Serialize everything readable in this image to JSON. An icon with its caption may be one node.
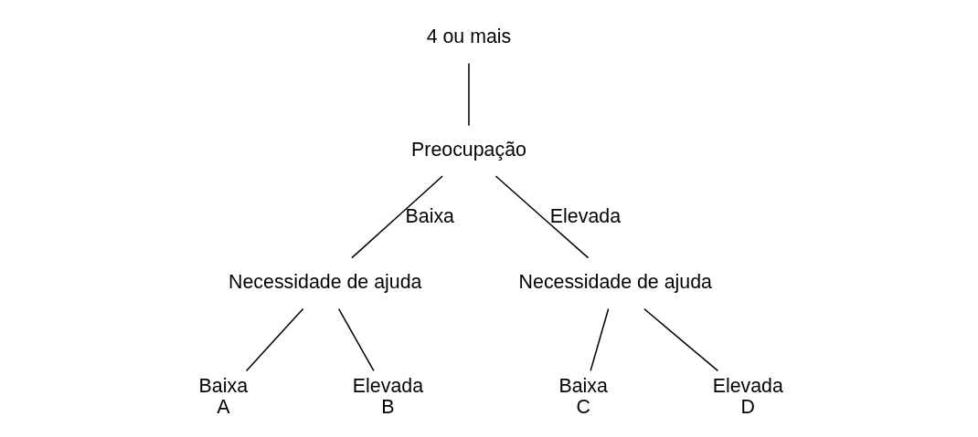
{
  "diagram": {
    "nodes": [
      {
        "text": [
          "4 ou mais"
        ]
      },
      {
        "text": [
          "Preocupação"
        ]
      },
      {
        "text": [
          "Necessidade de ajuda"
        ]
      },
      {
        "text": [
          "Necessidade de ajuda"
        ]
      },
      {
        "text": [
          "Baixa"
        ],
        "beside": [
          "A"
        ]
      },
      {
        "text": [
          "Elevada"
        ],
        "beside": [
          "B"
        ]
      },
      {
        "text": [
          "Baixa"
        ],
        "beside": [
          "C"
        ]
      },
      {
        "text": [
          "Elevada"
        ],
        "beside": [
          "D"
        ]
      }
    ],
    "edges": [
      {
        "from": 0,
        "to": 1,
        "arrow": "none"
      },
      {
        "from": 1,
        "to": 2,
        "arrow": "none",
        "label": "Baixa"
      },
      {
        "from": 1,
        "to": 3,
        "arrow": "none",
        "label": "Elevada"
      },
      {
        "from": 2,
        "to": 4,
        "arrow": "none"
      },
      {
        "from": 2,
        "to": 5,
        "arrow": "none"
      },
      {
        "from": 3,
        "to": 6,
        "arrow": "none"
      },
      {
        "from": 3,
        "to": 7,
        "arrow": "none"
      }
    ]
  }
}
